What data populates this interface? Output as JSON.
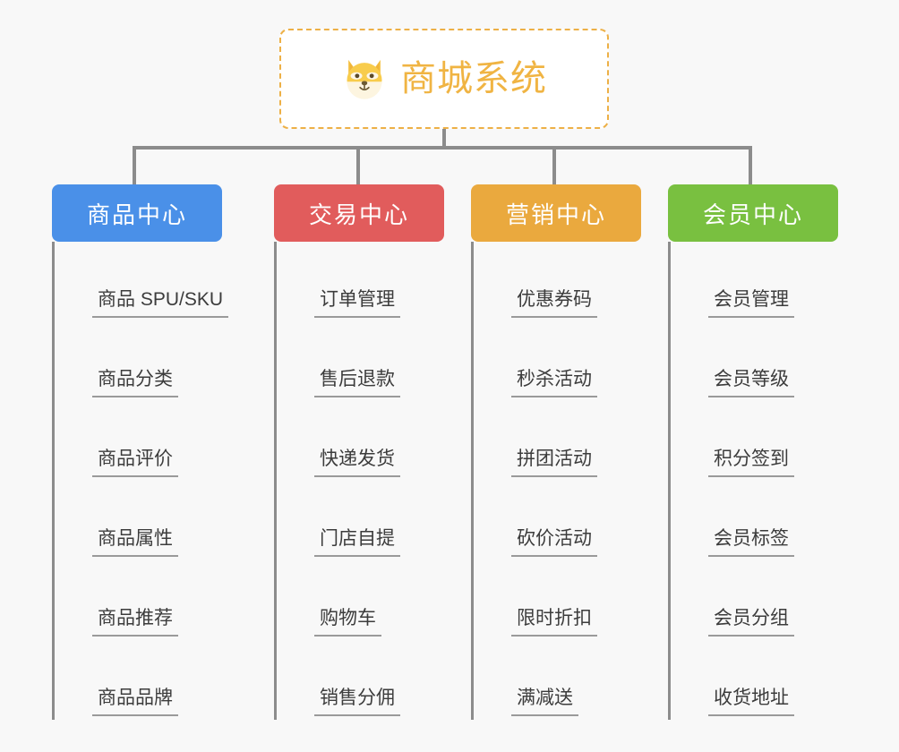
{
  "background_color": "#f8f8f8",
  "root": {
    "title": "商城系统",
    "icon": "shiba-dog-face-icon",
    "text_color": "#f0b443",
    "border_color": "#edb046",
    "fill_color": "#ffffff"
  },
  "connector_color": "#8c8c8c",
  "columns": [
    {
      "id": "product-center",
      "label": "商品中心",
      "color": "#4a90e8",
      "items": [
        {
          "label": "商品 SPU/SKU"
        },
        {
          "label": "商品分类"
        },
        {
          "label": "商品评价"
        },
        {
          "label": "商品属性"
        },
        {
          "label": "商品推荐"
        },
        {
          "label": "商品品牌"
        }
      ]
    },
    {
      "id": "trade-center",
      "label": "交易中心",
      "color": "#e15c5c",
      "items": [
        {
          "label": "订单管理"
        },
        {
          "label": "售后退款"
        },
        {
          "label": "快递发货"
        },
        {
          "label": "门店自提"
        },
        {
          "label": "购物车"
        },
        {
          "label": "销售分佣"
        }
      ]
    },
    {
      "id": "marketing-center",
      "label": "营销中心",
      "color": "#eaa93e",
      "items": [
        {
          "label": "优惠券码"
        },
        {
          "label": "秒杀活动"
        },
        {
          "label": "拼团活动"
        },
        {
          "label": "砍价活动"
        },
        {
          "label": "限时折扣"
        },
        {
          "label": "满减送"
        }
      ]
    },
    {
      "id": "member-center",
      "label": "会员中心",
      "color": "#75c councils"
    }
  ]
}
